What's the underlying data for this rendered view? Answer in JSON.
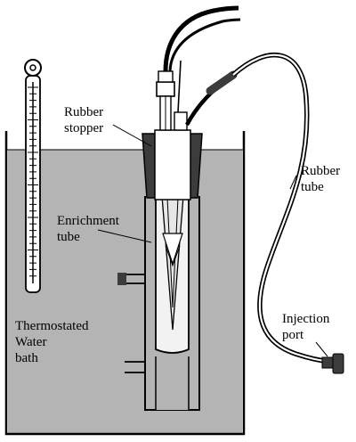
{
  "labels": {
    "rubber_stopper_line1": "Rubber",
    "rubber_stopper_line2": "stopper",
    "rubber_tube_line1": "Rubber",
    "rubber_tube_line2": "tube",
    "enrichment_tube_line1": "Enrichment",
    "enrichment_tube_line2": "tube",
    "water_bath_line1": "Thermostated",
    "water_bath_line2": "Water",
    "water_bath_line3": "bath",
    "injection_port_line1": "Injection",
    "injection_port_line2": "port"
  },
  "colors": {
    "water": "#b4b4b4",
    "stopper": "#3c3c3c",
    "line": "#000000",
    "glass": "#f2f2f2"
  }
}
